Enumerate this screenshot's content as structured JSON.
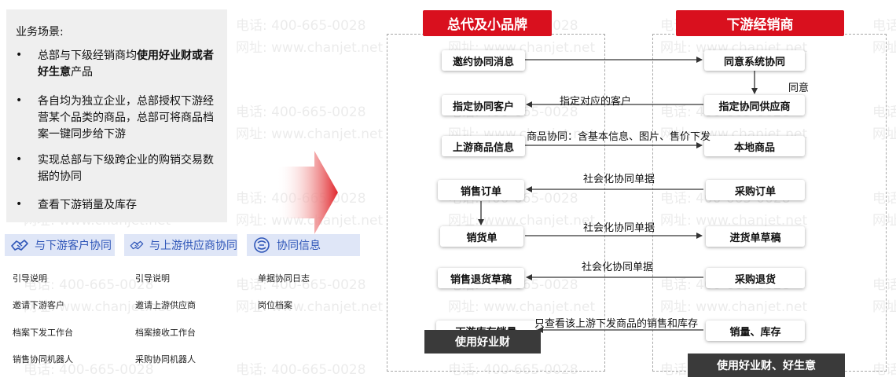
{
  "watermark": {
    "phone": "电话: 400-665-0028",
    "site": "网址: www.chanjet.net"
  },
  "scenario": {
    "title": "业务场景:",
    "bullet_symbol": "•",
    "bullets": [
      {
        "lead": "总部与下级经销商均",
        "bold": "使用好业财或者好生意",
        "tail": "产品"
      },
      {
        "lead": "各自均为独立企业，总部授权下游经营某个品类的商品，总部可将商品档案一键同步给下游",
        "bold": "",
        "tail": ""
      },
      {
        "lead": "实现总部与下级跨企业的购销交易数据的协同",
        "bold": "",
        "tail": ""
      },
      {
        "lead": "查看下游销量及库存",
        "bold": "",
        "tail": ""
      }
    ]
  },
  "tabs": [
    {
      "label": "与下游客户协同",
      "icon": "handshake-icon",
      "links": [
        "引导说明",
        "邀请下游客户",
        "档案下发工作台",
        "销售协同机器人"
      ]
    },
    {
      "label": "与上游供应商协同",
      "icon": "handshake-icon",
      "links": [
        "引导说明",
        "邀请上游供应商",
        "档案接收工作台",
        "采购协同机器人"
      ]
    },
    {
      "label": "协同信息",
      "icon": "share-icon",
      "links": [
        "单据协同日志",
        "岗位档案"
      ]
    }
  ],
  "diagram": {
    "left_header": "总代及小品牌",
    "right_header": "下游经销商",
    "left_footer": "使用好业财",
    "right_footer": "使用好业财、好生意",
    "left_nodes": [
      "邀约协同消息",
      "指定协同客户",
      "上游商品信息",
      "销售订单",
      "销货单",
      "销售退货草稿",
      "下游库存销量"
    ],
    "right_nodes": [
      "同意系统协同",
      "指定协同供应商",
      "本地商品",
      "采购订单",
      "进货单草稿",
      "采购退货",
      "销量、库存"
    ],
    "edge_labels": {
      "agree": "同意",
      "assign_customer": "指定对应的客户",
      "product_sync": "商品协同：含基本信息、图片、售价下发",
      "social_order": "社会化协同单据",
      "social_delivery": "社会化协同单据",
      "social_return": "社会化协同单据",
      "view_only": "只查看该上游下发商品的销售和库存"
    },
    "colors": {
      "brand_red": "#d9101e",
      "dark": "#3a3a3a",
      "tab_bg": "#dfe6f7",
      "tab_text": "#2f56b8"
    }
  }
}
